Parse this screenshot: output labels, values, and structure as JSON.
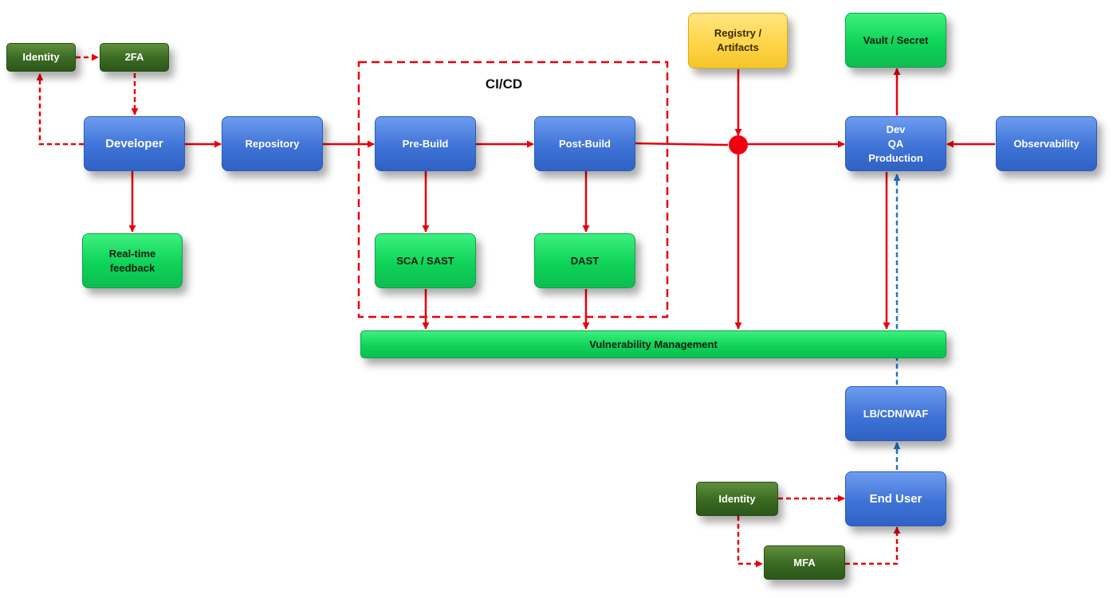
{
  "diagram": {
    "cicd_label": "CI/CD",
    "nodes": {
      "identity_top": "Identity",
      "twofa": "2FA",
      "developer": "Developer",
      "repository": "Repository",
      "realtime_feedback": "Real-time\nfeedback",
      "pre_build": "Pre-Build",
      "post_build": "Post-Build",
      "sca_sast": "SCA / SAST",
      "dast": "DAST",
      "registry": "Registry /\nArtifacts",
      "vault": "Vault / Secret",
      "environments": "Dev\nQA\nProduction",
      "observability": "Observability",
      "vuln_mgmt": "Vulnerability Management",
      "lb_cdn_waf": "LB/CDN/WAF",
      "end_user": "End User",
      "identity_bottom": "Identity",
      "mfa": "MFA"
    },
    "colors": {
      "blue": "#3f73d6",
      "green": "#0fd35a",
      "dark_green": "#3a6a22",
      "yellow": "#ffd54a",
      "flow_red": "#e8000b",
      "traffic_blue": "#1f77c8"
    }
  }
}
